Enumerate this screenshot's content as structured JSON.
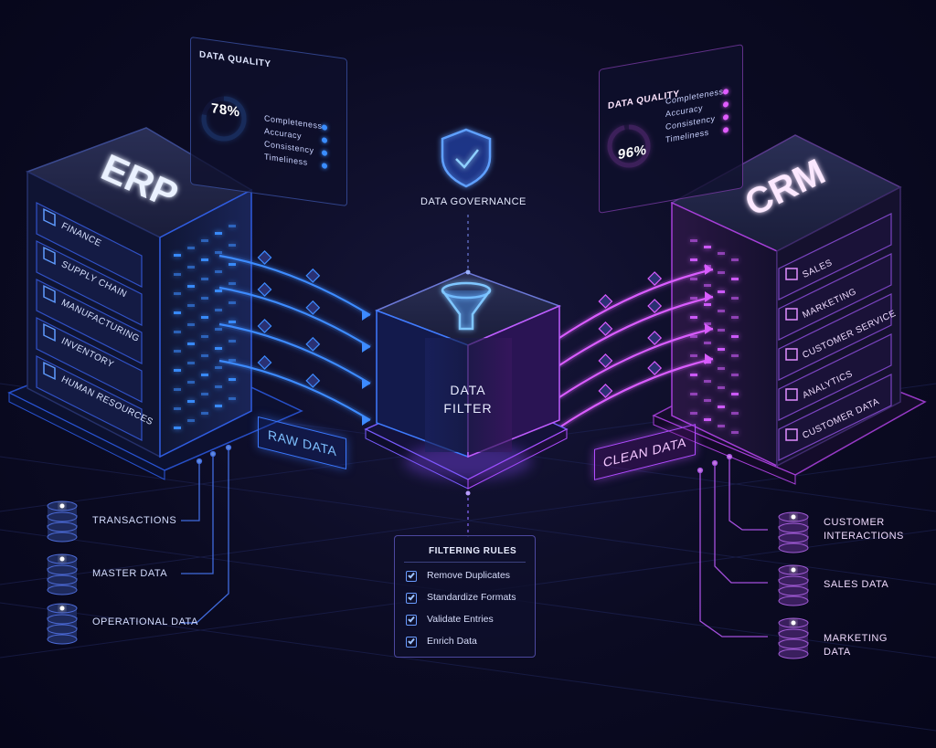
{
  "erp": {
    "title": "ERP",
    "modules": [
      "Finance",
      "Supply Chain",
      "Manufacturing",
      "Inventory",
      "Human Resources"
    ],
    "sources": [
      "Transactions",
      "Master Data",
      "Operational Data"
    ],
    "quality": {
      "title": "DATA QUALITY",
      "percent": "78%",
      "value": 78,
      "metrics": [
        "Completeness",
        "Accuracy",
        "Consistency",
        "Timeliness"
      ]
    },
    "accent": "#2f7bff"
  },
  "crm": {
    "title": "CRM",
    "modules": [
      "Sales",
      "Marketing",
      "Customer Service",
      "Analytics",
      "Customer Data"
    ],
    "sources": [
      "Customer Interactions",
      "Sales Data",
      "Marketing Data"
    ],
    "quality": {
      "title": "DATA QUALITY",
      "percent": "96%",
      "value": 96,
      "metrics": [
        "Completeness",
        "Accuracy",
        "Consistency",
        "Timeliness"
      ]
    },
    "accent": "#d24bff"
  },
  "governance": {
    "label": "DATA GOVERNANCE",
    "icon": "shield-check-icon"
  },
  "filter": {
    "line1": "DATA",
    "line2": "FILTER",
    "icon": "funnel-icon"
  },
  "flows": {
    "raw": "RAW DATA",
    "clean": "CLEAN DATA"
  },
  "rules": {
    "title": "FILTERING RULES",
    "items": [
      "Remove Duplicates",
      "Standardize Formats",
      "Validate Entries",
      "Enrich Data"
    ]
  }
}
